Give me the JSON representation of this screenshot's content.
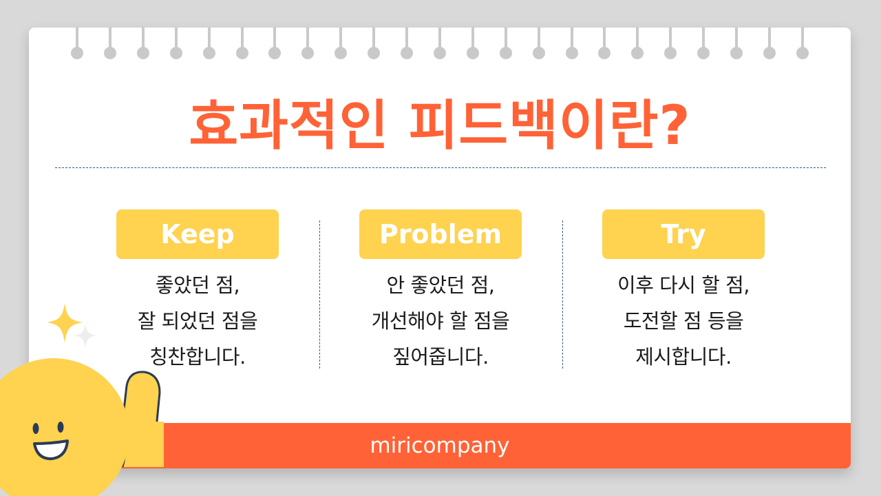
{
  "title": "효과적인 피드백이란?",
  "columns": [
    {
      "label": "Keep",
      "description": "좋았던 점,\n잘 되었던 점을\n칭찬합니다."
    },
    {
      "label": "Problem",
      "description": "안 좋았던 점,\n개선해야 할 점을\n짚어줍니다."
    },
    {
      "label": "Try",
      "description": "이후 다시 할 점,\n도전할 점 등을\n제시합니다."
    }
  ],
  "footer": {
    "brand": "miricompany"
  },
  "colors": {
    "accent": "#ff6236",
    "pill": "#ffd24f",
    "background": "#d9d9d9"
  },
  "icons": [
    "sparkle-icon",
    "mascot-character"
  ]
}
